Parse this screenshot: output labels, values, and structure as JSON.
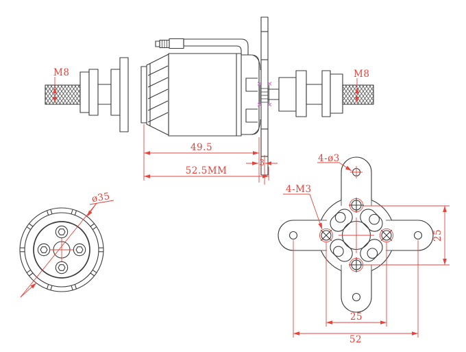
{
  "colors": {
    "line": "#3a3a3a",
    "dim": "#e8423a",
    "accent": "#c873c8",
    "paper": "#ffffff"
  },
  "views": {
    "side": {
      "left_shaft_thread": "M8",
      "right_shaft_thread": "M8",
      "body_length": "49.5",
      "mount_plate_thickness": "3",
      "overall_length": "52.5MM"
    },
    "front": {
      "can_diameter": "ø35"
    },
    "mount": {
      "arm_holes": "4-ø3",
      "screw_holes": "4-M3",
      "screw_pitch_vertical": "25",
      "screw_pitch_horizontal": "25",
      "arm_hole_span": "52"
    }
  }
}
